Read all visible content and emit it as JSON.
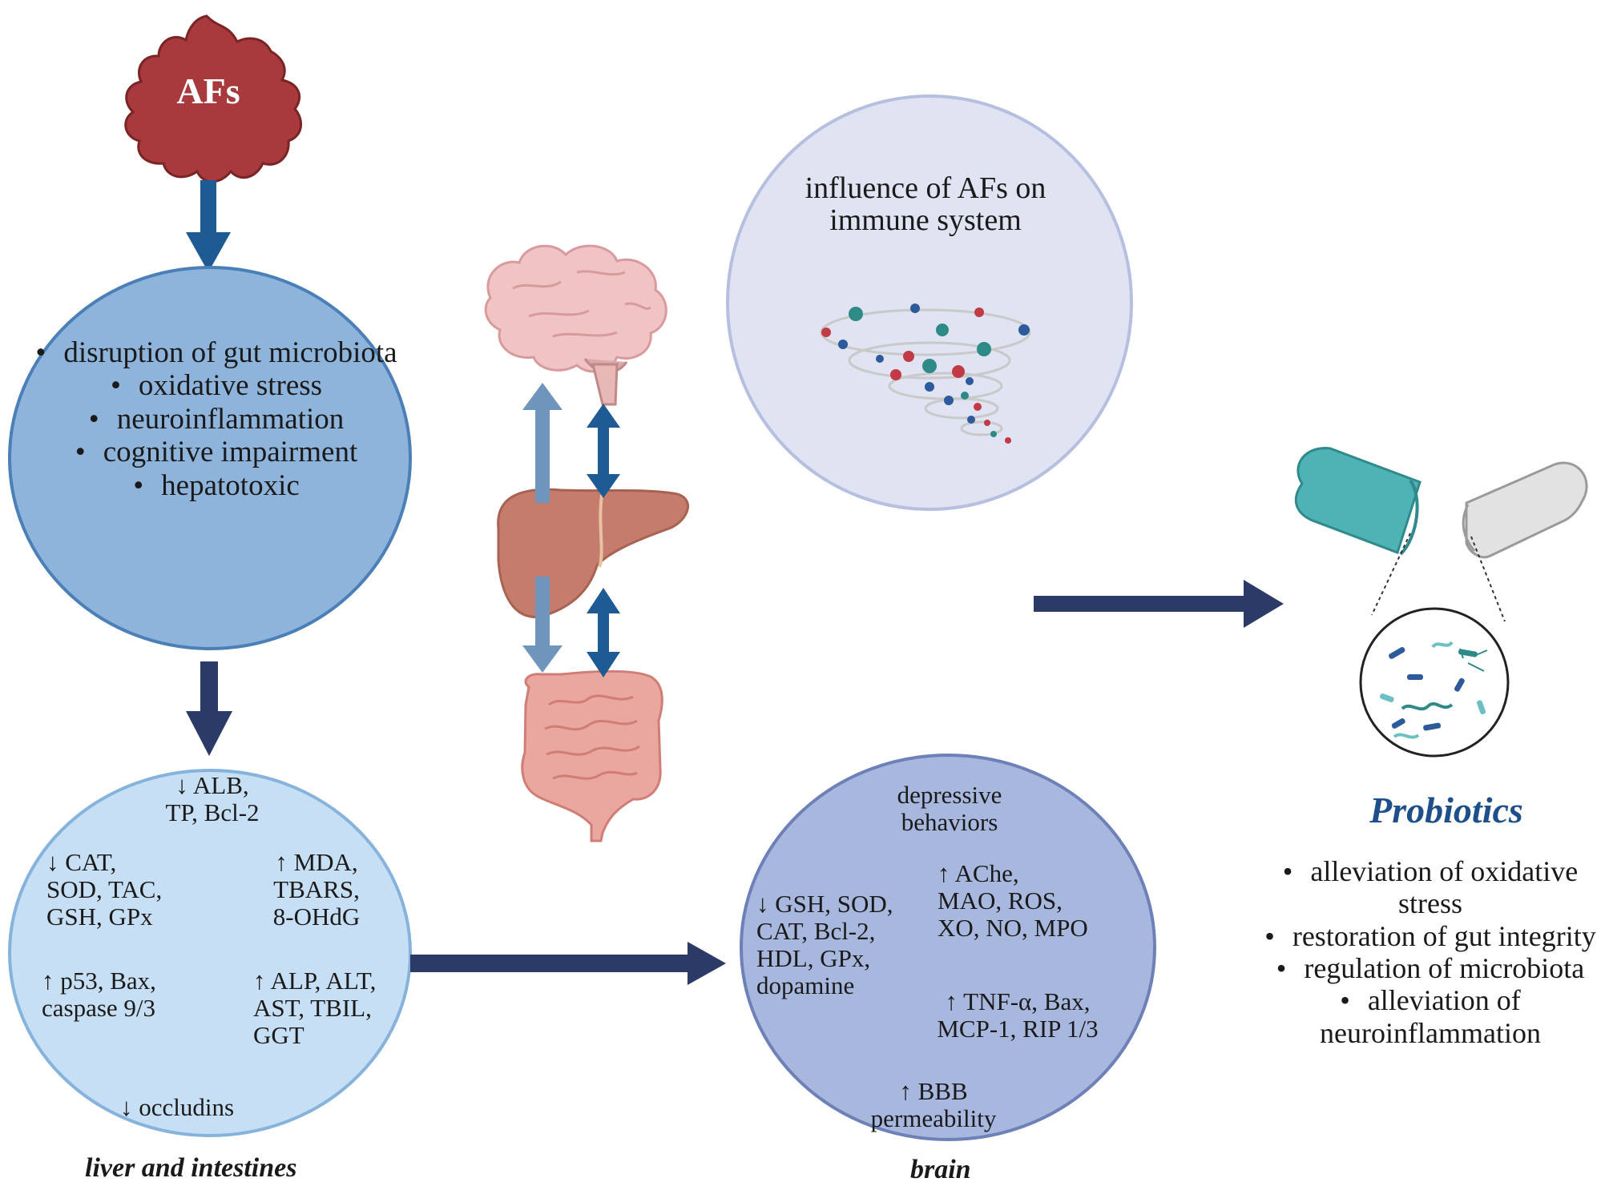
{
  "afs_label": "AFs",
  "effects_list": [
    "disruption of gut microbiota",
    "oxidative stress",
    "neuroinflammation",
    "cognitive impairment",
    "hepatotoxic"
  ],
  "immune_title": "influence of AFs on immune system",
  "liver_intestines": {
    "caption": "liver and intestines",
    "alb": "↓ ALB,",
    "alb2": "TP, Bcl-2",
    "cat": [
      "↓ CAT,",
      "SOD, TAC,",
      "GSH, GPx"
    ],
    "mda": [
      "↑ MDA,",
      "TBARS,",
      "8-OHdG"
    ],
    "p53": [
      "↑ p53, Bax,",
      "caspase 9/3"
    ],
    "alp": [
      "↑ ALP, ALT,",
      "AST, TBIL,",
      "GGT"
    ],
    "occludins": "↓ occludins"
  },
  "brain": {
    "caption": "brain",
    "depressive": [
      "depressive",
      "behaviors"
    ],
    "gsh": [
      "↓ GSH, SOD,",
      "CAT, Bcl-2,",
      "HDL, GPx,",
      "dopamine"
    ],
    "ache": [
      "↑  AChe,",
      "MAO, ROS,",
      "XO, NO, MPO"
    ],
    "tnf": [
      "↑ TNF-α, Bax,",
      "MCP-1, RIP 1/3"
    ],
    "bbb": [
      "↑ BBB",
      "permeability"
    ]
  },
  "probiotics": {
    "title": "Probiotics",
    "items": [
      "alleviation of oxidative stress",
      "restoration of gut integrity",
      "regulation of microbiota",
      "alleviation of neuroinflammation"
    ]
  },
  "colors": {
    "afs_red": "#a8393c",
    "arrow_blue": "#1e5a93",
    "arrow_navy": "#2b3a66",
    "circle1": "#8fb4dc",
    "circle2": "#c6dff4",
    "circle_brain": "#a7b7de",
    "circle_immune": "#dfe3f2",
    "capsule_teal": "#4fb3b6"
  }
}
